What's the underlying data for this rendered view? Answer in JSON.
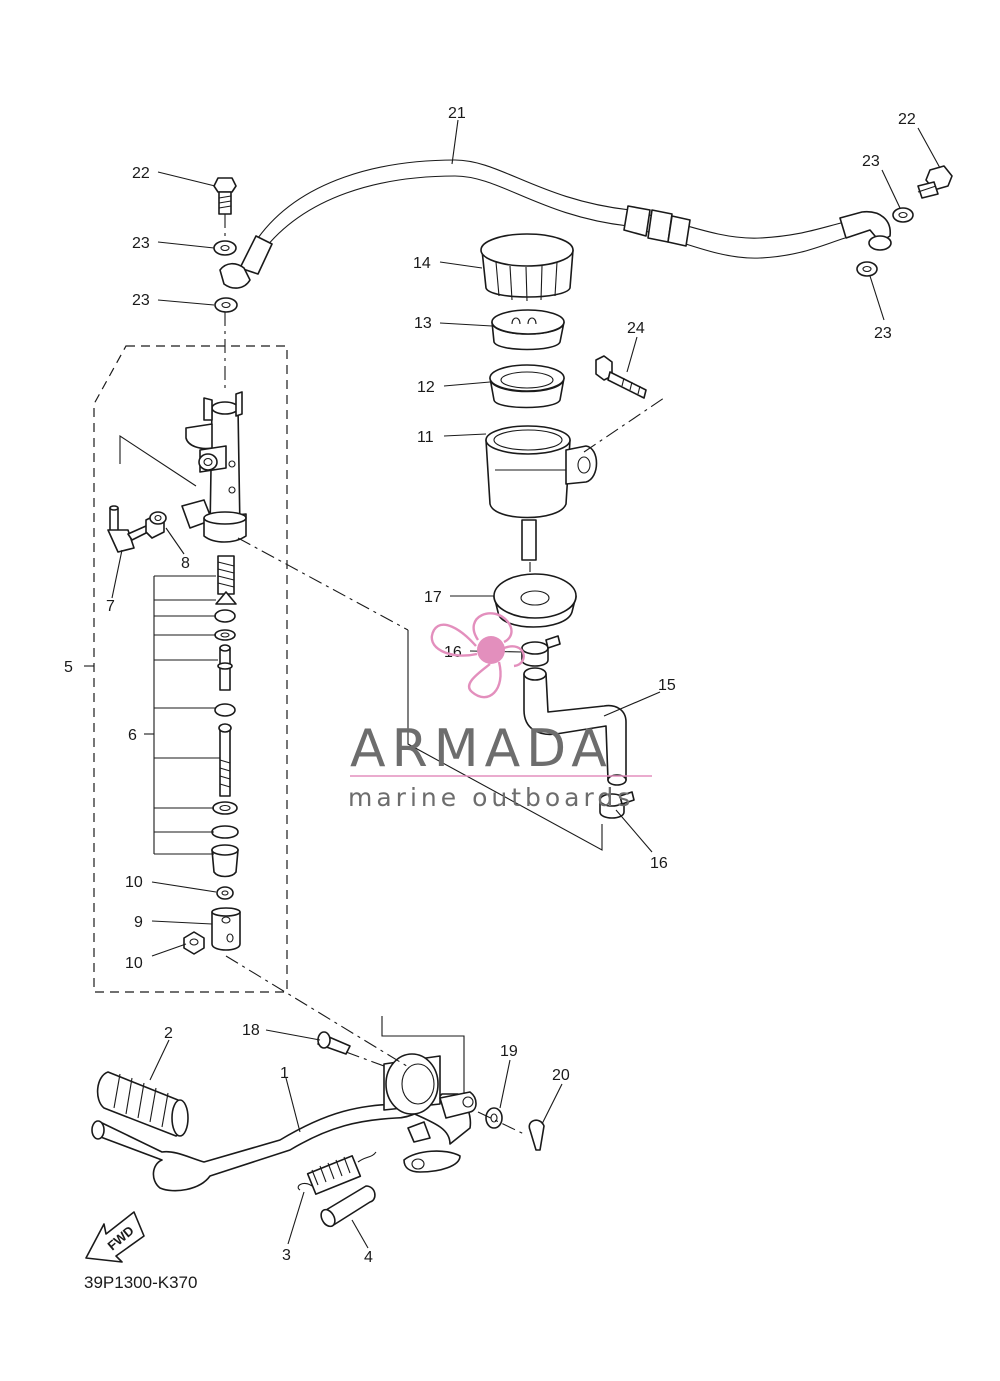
{
  "diagram": {
    "code": "39P1300-K370",
    "fwd_label": "FWD"
  },
  "callouts": {
    "c1": "1",
    "c2": "2",
    "c3": "3",
    "c4": "4",
    "c5": "5",
    "c6": "6",
    "c7": "7",
    "c8": "8",
    "c9": "9",
    "c10a": "10",
    "c10b": "10",
    "c11": "11",
    "c12": "12",
    "c13": "13",
    "c14": "14",
    "c15": "15",
    "c16a": "16",
    "c16b": "16",
    "c17": "17",
    "c18": "18",
    "c19": "19",
    "c20": "20",
    "c21": "21",
    "c22a": "22",
    "c22b": "22",
    "c23a": "23",
    "c23b": "23",
    "c23c": "23",
    "c23d": "23",
    "c24": "24"
  },
  "watermark": {
    "name": "ARMADA",
    "tagline": "marine outboards",
    "logo_color": "#e38fbd",
    "text_color": "#6d6d6d"
  }
}
